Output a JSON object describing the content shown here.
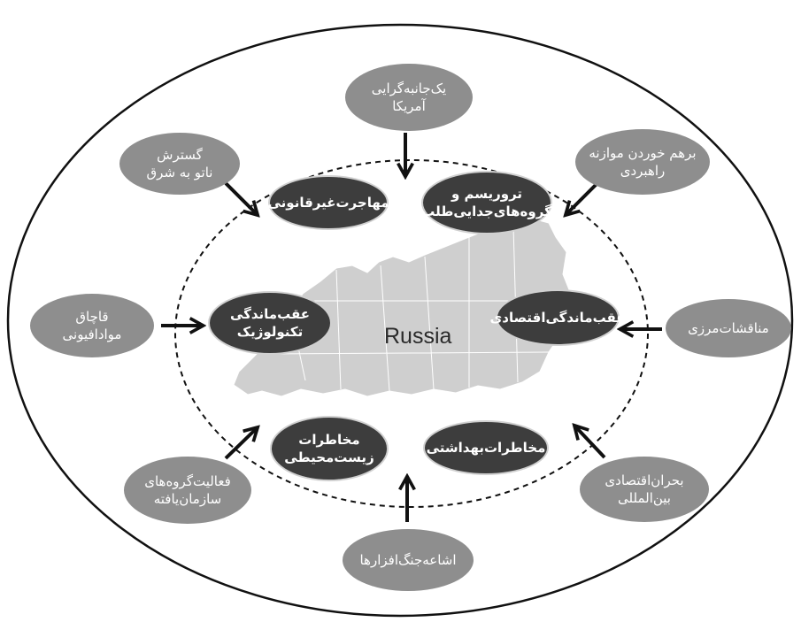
{
  "center_label": "Russia",
  "inner_factors": [
    {
      "id": "illegal-migration",
      "label": "مهاجرت‌غیرقانونی"
    },
    {
      "id": "terrorism-separatism",
      "label": "تروریسم و\nگروه‌های‌جدایی‌طلب"
    },
    {
      "id": "technological-backwardness",
      "label": "عقب‌ماندگی\nتکنولوژیک"
    },
    {
      "id": "economic-backwardness",
      "label": "عقب‌ماندگی‌اقتصادی"
    },
    {
      "id": "environmental-risks",
      "label": "مخاطرات\nزیست‌محیطی"
    },
    {
      "id": "health-risks",
      "label": "مخاطرات‌بهداشتی"
    }
  ],
  "outer_factors": [
    {
      "id": "us-unilateralism",
      "label": "یک‌جانبه‌گرایی\nآمریکا"
    },
    {
      "id": "nato-expansion",
      "label": "گسترش\nناتو به شرق"
    },
    {
      "id": "strategic-balance",
      "label": "برهم خوردن موازنه\nراهبردی"
    },
    {
      "id": "drug-trafficking",
      "label": "قاچاق\nموادافیونی"
    },
    {
      "id": "border-disputes",
      "label": "مناقشات‌مرزی"
    },
    {
      "id": "organized-crime",
      "label": "فعالیت‌گروه‌های\nسازمان‌یافته"
    },
    {
      "id": "international-economic-crisis",
      "label": "بحران‌اقتصادی\nبین‌المللی"
    },
    {
      "id": "arms-proliferation",
      "label": "اشاعه‌جنگ‌افزارها"
    }
  ]
}
